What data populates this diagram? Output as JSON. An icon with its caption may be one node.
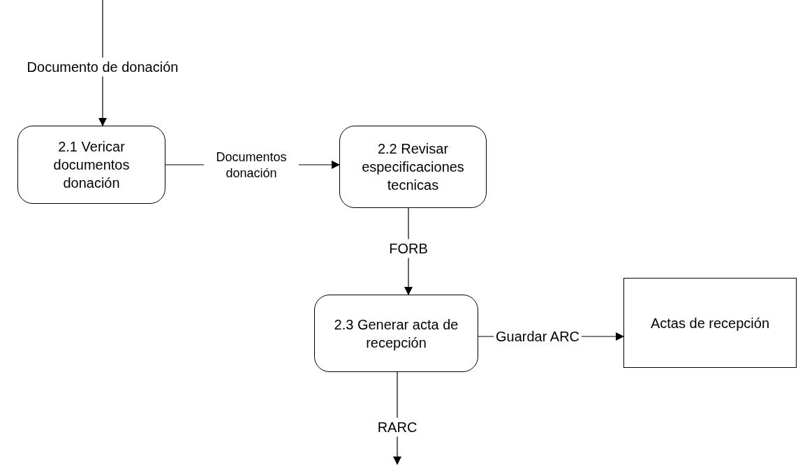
{
  "diagram": {
    "nodes": [
      {
        "text": [
          "2.1 Vericar documentos donación"
        ]
      },
      {
        "text": [
          "2.2 Revisar especificaciones tecnicas"
        ]
      },
      {
        "text": [
          "2.3 Generar acta de recepción"
        ]
      },
      {
        "text": [
          "Actas de recepción"
        ]
      }
    ],
    "edges": [
      {
        "from": null,
        "to": 0,
        "arrow": "to",
        "label": "Documento de donación"
      },
      {
        "from": 0,
        "to": 1,
        "arrow": "to",
        "label": "Documentos donación"
      },
      {
        "from": 1,
        "to": 2,
        "arrow": "to",
        "label": "FORB"
      },
      {
        "from": 2,
        "to": 3,
        "arrow": "to",
        "label": "Guardar  ARC"
      },
      {
        "from": 2,
        "to": null,
        "arrow": "to",
        "label": "RARC"
      }
    ]
  }
}
